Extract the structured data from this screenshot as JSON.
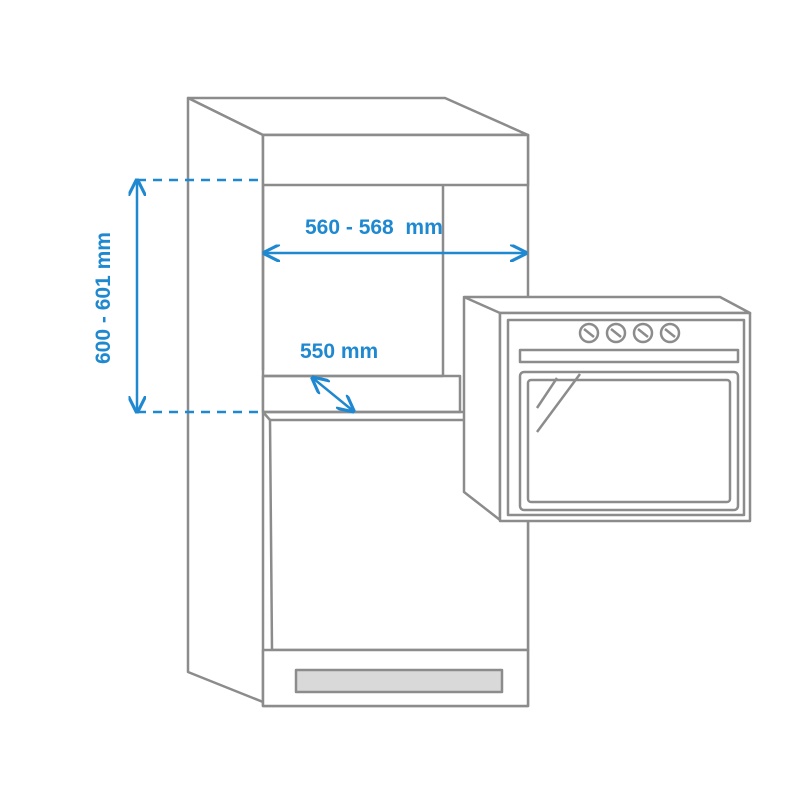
{
  "colors": {
    "line": "#8c8c8c",
    "accent": "#1e88d0",
    "fill": "#ffffff",
    "handle": "#d9d9d9"
  },
  "dimensions": {
    "width_label": "560 - 568  mm",
    "depth_label": "550 mm",
    "height_label": "600 - 601 mm"
  },
  "oven": {
    "knob_count": 4
  }
}
